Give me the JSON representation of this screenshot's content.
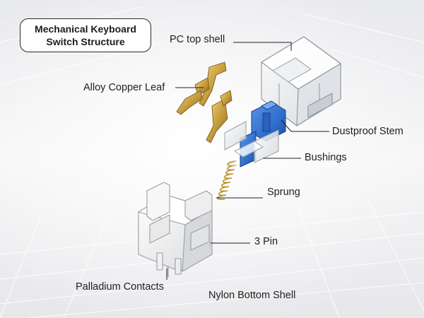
{
  "title": {
    "line1": "Mechanical Keyboard",
    "line2": "Switch Structure"
  },
  "labels": {
    "pc_top_shell": "PC top shell",
    "alloy_copper_leaf": "Alloy Copper Leaf",
    "dustproof_stem": "Dustproof Stem",
    "bushings": "Bushings",
    "sprung": "Sprung",
    "three_pin": "3 Pin",
    "palladium_contacts": "Palladium Contacts",
    "nylon_bottom_shell": "Nylon Bottom Shell"
  },
  "colors": {
    "stem_blue": "#2f6fce",
    "copper_gold": "#d8b45a",
    "spring_gold": "#c9a548",
    "shell_white": "#f4f4f4",
    "text": "#1f1f1f"
  }
}
